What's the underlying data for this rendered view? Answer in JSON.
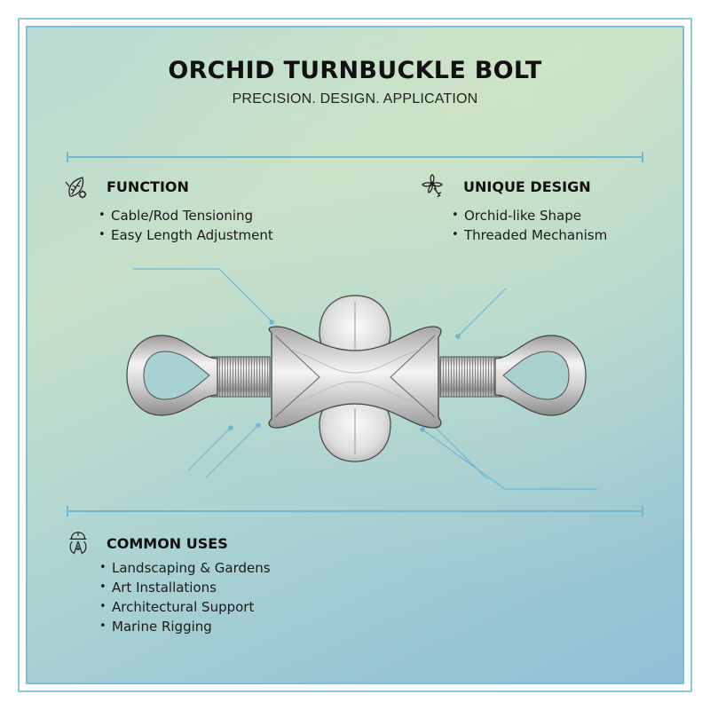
{
  "header": {
    "title": "ORCHID TURNBUCKLE BOLT",
    "subtitle": "PRECISION. DESIGN. APPLICATION"
  },
  "sections": {
    "function": {
      "icon": "leaf-gear-icon",
      "title": "FUNCTION",
      "items": [
        "Cable/Rod Tensioning",
        "Easy Length Adjustment"
      ]
    },
    "unique_design": {
      "icon": "orchid-flower-icon",
      "title": "UNIQUE DESIGN",
      "items": [
        "Orchid-like Shape",
        "Threaded Mechanism"
      ]
    },
    "common_uses": {
      "icon": "hardhat-architect-icon",
      "title": "COMMON USES",
      "items": [
        "Landscaping & Gardens",
        "Art Installations",
        "Architectural Support",
        "Marine Rigging"
      ]
    }
  },
  "illustration": {
    "subject": "turnbuckle-bolt",
    "leader_line_color": "#6fb6d8"
  },
  "colors": {
    "frame_border": "#8cc8dc",
    "panel_gradient_top": "#c6e0c9",
    "panel_gradient_bottom": "#8fc0d6",
    "divider": "#72b8d2",
    "text": "#111111"
  }
}
